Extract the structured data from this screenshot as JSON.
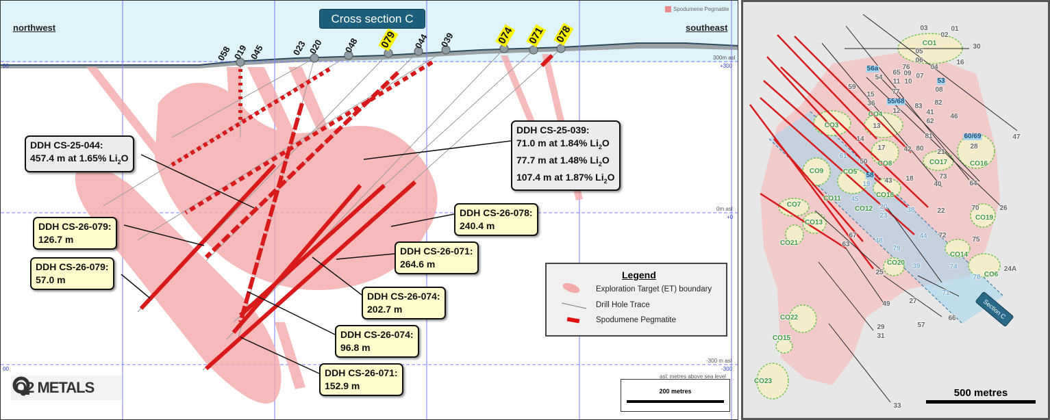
{
  "section": {
    "title": "Cross section C",
    "northwest": "northwest",
    "southeast": "southeast",
    "top_legend": "Spodumene Pegmatite",
    "collars": [
      {
        "id": "058",
        "highlight": false
      },
      {
        "id": "019",
        "highlight": false
      },
      {
        "id": "045",
        "highlight": false
      },
      {
        "id": "023",
        "highlight": false
      },
      {
        "id": "020",
        "highlight": false
      },
      {
        "id": "048",
        "highlight": false
      },
      {
        "id": "079",
        "highlight": true
      },
      {
        "id": "044",
        "highlight": false
      },
      {
        "id": "039",
        "highlight": false
      },
      {
        "id": "074",
        "highlight": true
      },
      {
        "id": "071",
        "highlight": true
      },
      {
        "id": "078",
        "highlight": true
      }
    ],
    "axis": {
      "l300": "300m asl",
      "r300": "+300",
      "l0": "0m asl",
      "r0": "+0",
      "lm300": "-300 m asl",
      "rm300": "-300",
      "asl_note": "asl: metres above sea level",
      "left_00_top": "00",
      "left_00_bottom": "00"
    },
    "callouts": [
      {
        "hole": "DDH CS-25-044:",
        "lines": [
          "457.4 m at 1.65% Li",
          "2",
          "O"
        ],
        "style": "grey"
      },
      {
        "hole": "DDH CS-25-039:",
        "lines": [
          "71.0 m at 1.84% Li",
          "2",
          "O",
          "77.7 m at 1.48% Li",
          "2",
          "O",
          "107.4 m at 1.87% Li",
          "2",
          "O"
        ],
        "style": "grey"
      },
      {
        "hole": "DDH CS-26-078:",
        "value": "240.4 m",
        "style": "yellow"
      },
      {
        "hole": "DDH CS-26-079:",
        "value": "126.7 m",
        "style": "yellow"
      },
      {
        "hole": "DDH CS-26-079:",
        "value": "57.0 m",
        "style": "yellow"
      },
      {
        "hole": "DDH CS-26-071:",
        "value": "264.6 m",
        "style": "yellow"
      },
      {
        "hole": "DDH CS-26-074:",
        "value": "202.7 m",
        "style": "yellow"
      },
      {
        "hole": "DDH CS-26-074:",
        "value": "96.8 m",
        "style": "yellow"
      },
      {
        "hole": "DDH CS-26-071:",
        "value": "152.9 m",
        "style": "yellow"
      }
    ],
    "legend": {
      "title": "Legend",
      "items": [
        "Exploration Target (ET) boundary",
        "Drill Hole Trace",
        "Spodumene Pegmatite"
      ]
    },
    "scale": "200 metres",
    "logo": "Q2 METALS",
    "colors": {
      "sky": "#dff3fb",
      "pegmatite": "#d91a1a",
      "et_boundary": "#f4a9a9",
      "title_bg": "#1d5f7a",
      "highlight": "#f7f000"
    }
  },
  "map": {
    "section_label": "Section C",
    "scale": "500 metres",
    "labels": [
      {
        "t": "03",
        "s": "drill"
      },
      {
        "t": "01",
        "s": "drill"
      },
      {
        "t": "02",
        "s": "drill"
      },
      {
        "t": "CO1",
        "s": "outcrop"
      },
      {
        "t": "30",
        "s": "drill"
      },
      {
        "t": "05",
        "s": "drill"
      },
      {
        "t": "06",
        "s": "drill"
      },
      {
        "t": "16",
        "s": "drill"
      },
      {
        "t": "76",
        "s": "drill"
      },
      {
        "t": "04",
        "s": "drill"
      },
      {
        "t": "56a",
        "s": "new"
      },
      {
        "t": "65",
        "s": "drill"
      },
      {
        "t": "09",
        "s": "drill"
      },
      {
        "t": "07",
        "s": "drill"
      },
      {
        "t": "54",
        "s": "drill"
      },
      {
        "t": "11",
        "s": "drill"
      },
      {
        "t": "10",
        "s": "drill"
      },
      {
        "t": "53",
        "s": "new"
      },
      {
        "t": "59",
        "s": "drill"
      },
      {
        "t": "08",
        "s": "drill"
      },
      {
        "t": "77",
        "s": "drill"
      },
      {
        "t": "15",
        "s": "drill"
      },
      {
        "t": "55/68",
        "s": "new"
      },
      {
        "t": "36",
        "s": "drill"
      },
      {
        "t": "82",
        "s": "drill"
      },
      {
        "t": "83",
        "s": "drill"
      },
      {
        "t": "12",
        "s": "drill"
      },
      {
        "t": "41",
        "s": "drill"
      },
      {
        "t": "46",
        "s": "drill"
      },
      {
        "t": "CO4",
        "s": "outcrop"
      },
      {
        "t": "62",
        "s": "drill"
      },
      {
        "t": "CO3",
        "s": "outcrop"
      },
      {
        "t": "13",
        "s": "drill"
      },
      {
        "t": "81",
        "s": "drill"
      },
      {
        "t": "47",
        "s": "drill"
      },
      {
        "t": "60/69",
        "s": "new"
      },
      {
        "t": "14",
        "s": "drill"
      },
      {
        "t": "28",
        "s": "drill"
      },
      {
        "t": "17",
        "s": "drill"
      },
      {
        "t": "42",
        "s": "drill"
      },
      {
        "t": "80",
        "s": "drill"
      },
      {
        "t": "21",
        "s": "drill"
      },
      {
        "t": "61",
        "s": "section"
      },
      {
        "t": "50",
        "s": "drill"
      },
      {
        "t": "CO8",
        "s": "outcrop"
      },
      {
        "t": "CO17",
        "s": "outcrop"
      },
      {
        "t": "CO16",
        "s": "outcrop"
      },
      {
        "t": "CO9",
        "s": "outcrop"
      },
      {
        "t": "CO5",
        "s": "outcrop"
      },
      {
        "t": "58",
        "s": "new"
      },
      {
        "t": "73",
        "s": "drill"
      },
      {
        "t": "18",
        "s": "drill"
      },
      {
        "t": "43",
        "s": "drill"
      },
      {
        "t": "19",
        "s": "section"
      },
      {
        "t": "40",
        "s": "drill"
      },
      {
        "t": "64",
        "s": "drill"
      },
      {
        "t": "CO18",
        "s": "outcrop"
      },
      {
        "t": "CO11",
        "s": "outcrop"
      },
      {
        "t": "45",
        "s": "section"
      },
      {
        "t": "CO7",
        "s": "outcrop"
      },
      {
        "t": "CO12",
        "s": "outcrop"
      },
      {
        "t": "20",
        "s": "section"
      },
      {
        "t": "38",
        "s": "section"
      },
      {
        "t": "22",
        "s": "drill"
      },
      {
        "t": "70",
        "s": "drill"
      },
      {
        "t": "26",
        "s": "drill"
      },
      {
        "t": "23",
        "s": "section"
      },
      {
        "t": "CO19",
        "s": "outcrop"
      },
      {
        "t": "CO13",
        "s": "outcrop"
      },
      {
        "t": "72",
        "s": "drill"
      },
      {
        "t": "44",
        "s": "section"
      },
      {
        "t": "75",
        "s": "drill"
      },
      {
        "t": "67",
        "s": "drill"
      },
      {
        "t": "48",
        "s": "section"
      },
      {
        "t": "63",
        "s": "drill"
      },
      {
        "t": "CO21",
        "s": "outcrop"
      },
      {
        "t": "79",
        "s": "section"
      },
      {
        "t": "CO14",
        "s": "outcrop"
      },
      {
        "t": "CO20",
        "s": "outcrop"
      },
      {
        "t": "74",
        "s": "section"
      },
      {
        "t": "24A",
        "s": "drill"
      },
      {
        "t": "25",
        "s": "drill"
      },
      {
        "t": "39",
        "s": "section"
      },
      {
        "t": "CO6",
        "s": "outcrop"
      },
      {
        "t": "78",
        "s": "section"
      },
      {
        "t": "71",
        "s": "section"
      },
      {
        "t": "27",
        "s": "drill"
      },
      {
        "t": "49",
        "s": "drill"
      },
      {
        "t": "66",
        "s": "drill"
      },
      {
        "t": "CO22",
        "s": "outcrop"
      },
      {
        "t": "57",
        "s": "drill"
      },
      {
        "t": "29",
        "s": "drill"
      },
      {
        "t": "31",
        "s": "drill"
      },
      {
        "t": "CO15",
        "s": "outcrop"
      },
      {
        "t": "CO23",
        "s": "outcrop"
      },
      {
        "t": "33",
        "s": "drill"
      }
    ]
  }
}
